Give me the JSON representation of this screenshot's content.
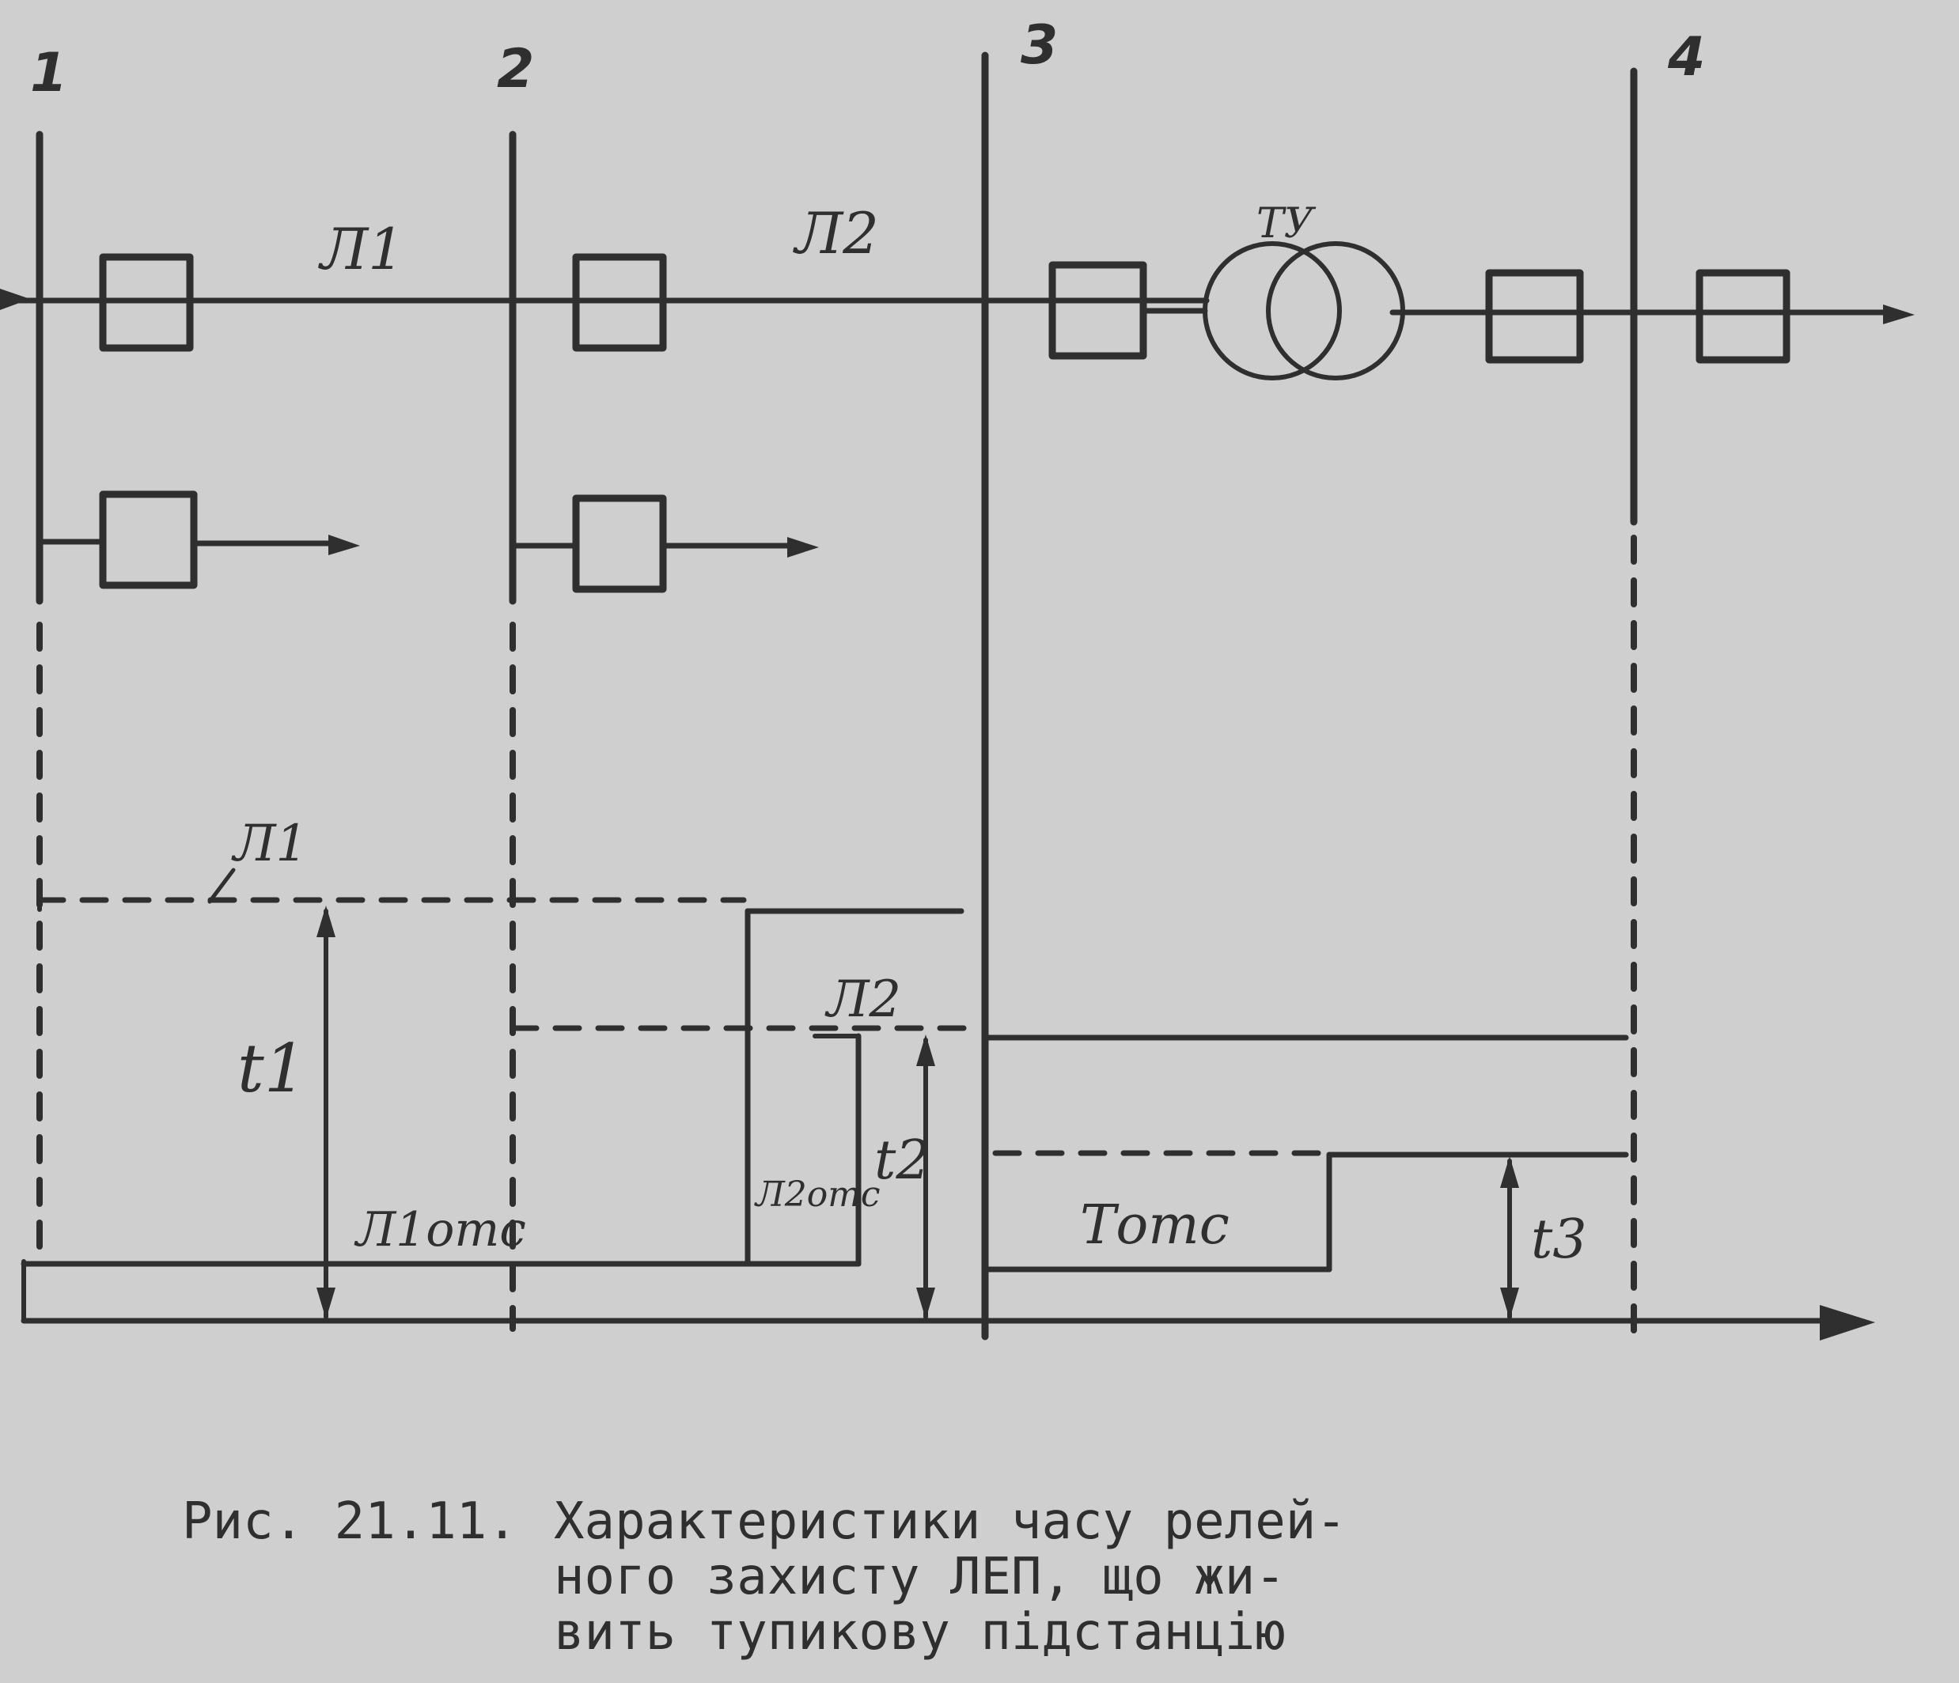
{
  "buses": [
    "1",
    "2",
    "3",
    "4"
  ],
  "lines": [
    "Л1",
    "Л2"
  ],
  "transformer": "ТУ",
  "characteristics": {
    "l1": "Л1",
    "l2": "Л2",
    "t1": "t1",
    "t2": "t2",
    "t3": "t3",
    "l1_cutoff": "Л1отс",
    "l2_cutoff": "Л2отс",
    "t_cutoff": "Тотс"
  },
  "caption": {
    "label": "Рис. 21.11.",
    "line1": "Характеристики часу релей-",
    "line2": "ного захисту ЛЕП, що жи-",
    "line3": "вить тупикову підстанцію"
  }
}
